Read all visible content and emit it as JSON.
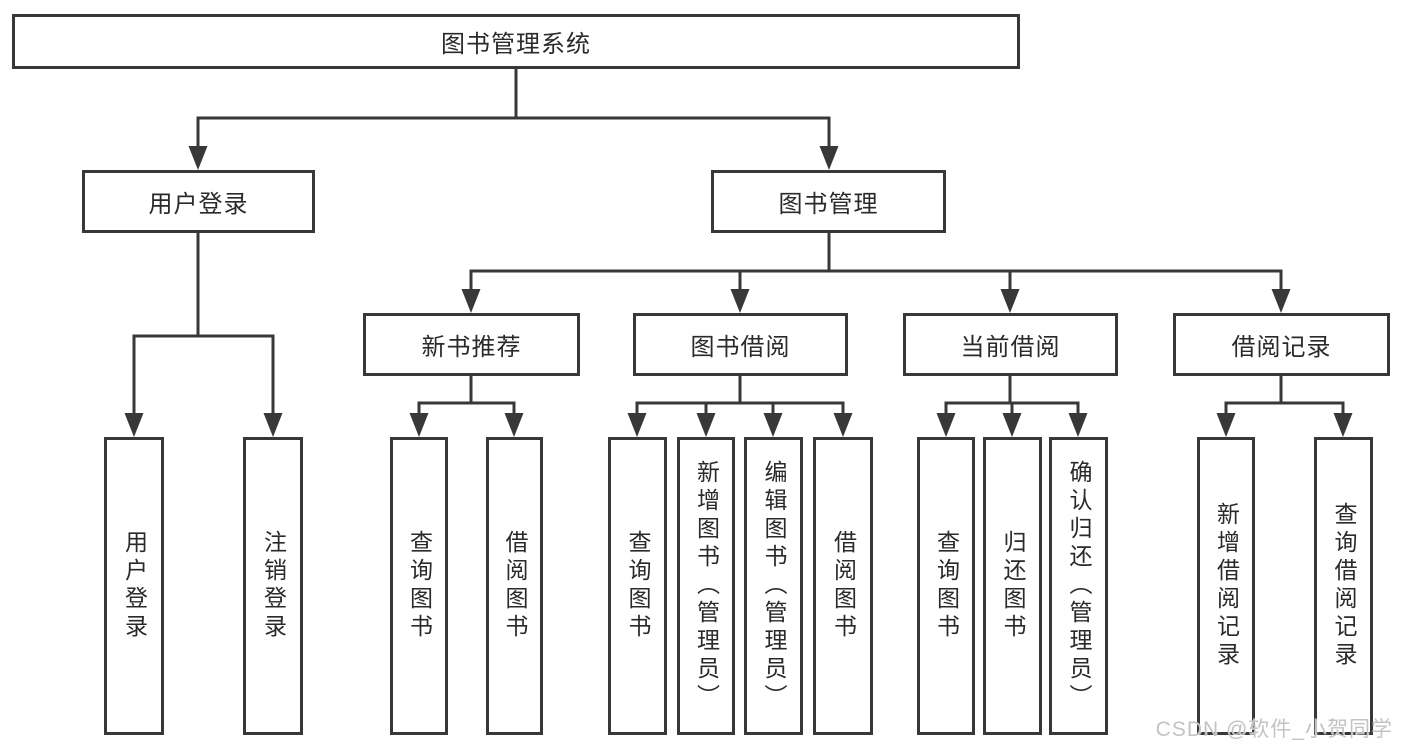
{
  "diagram": {
    "root": {
      "label": "图书管理系统"
    },
    "level2": [
      {
        "label": "用户登录",
        "children": [
          "用户登录",
          "注销登录"
        ]
      },
      {
        "label": "图书管理"
      }
    ],
    "level3": [
      {
        "label": "新书推荐",
        "children": [
          "查询图书",
          "借阅图书"
        ]
      },
      {
        "label": "图书借阅",
        "children": [
          "查询图书",
          "新增图书（管理员）",
          "编辑图书（管理员）",
          "借阅图书"
        ]
      },
      {
        "label": "当前借阅",
        "children": [
          "查询图书",
          "归还图书",
          "确认归还（管理员）"
        ]
      },
      {
        "label": "借阅记录",
        "children": [
          "新增借阅记录",
          "查询借阅记录"
        ]
      }
    ]
  },
  "watermark": "CSDN @软件_小贺同学",
  "colors": {
    "line": "#383838",
    "text": "#2a2a2a",
    "background": "#ffffff",
    "watermark": "#c3c3c3"
  }
}
